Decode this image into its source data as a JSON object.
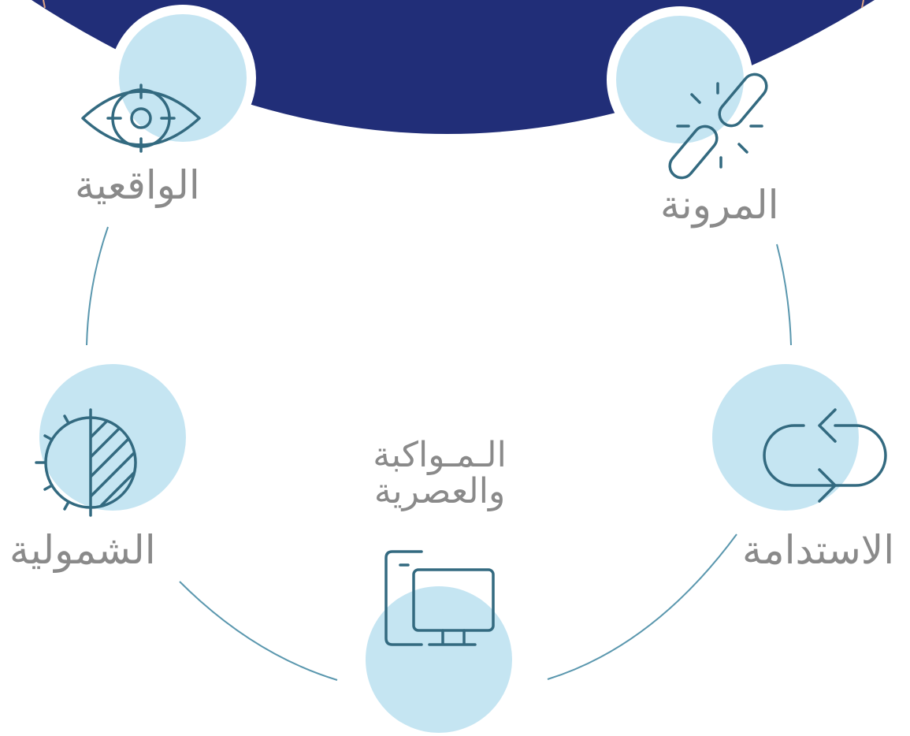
{
  "colors": {
    "navy": "#212e78",
    "light_blue": "#c5e5f2",
    "icon_stroke": "#336a80",
    "connector": "#5a97ae",
    "label_text": "#8a8a8a",
    "accent_edge": "#e0a585"
  },
  "nodes": [
    {
      "id": "realism",
      "label": "الواقعية",
      "icon": "eye-target-icon"
    },
    {
      "id": "flexibility",
      "label": "المرونة",
      "icon": "broken-link-icon"
    },
    {
      "id": "sustainability",
      "label": "الاستدامة",
      "icon": "loop-arrows-icon"
    },
    {
      "id": "modernity",
      "label_lines": [
        "الـمـواكبة",
        "والعصرية"
      ],
      "icon": "devices-icon"
    },
    {
      "id": "comprehensiveness",
      "label": "الشمولية",
      "icon": "half-sun-icon"
    }
  ]
}
